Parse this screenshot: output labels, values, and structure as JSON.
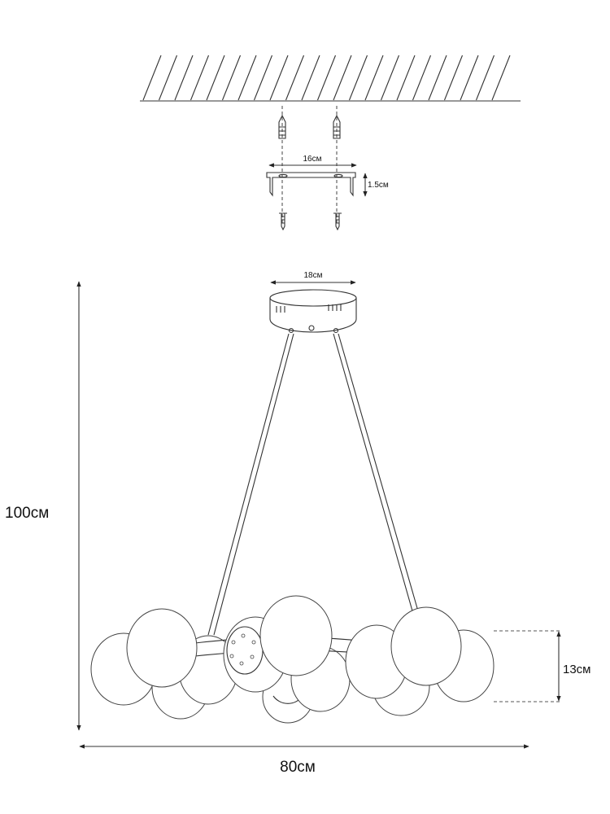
{
  "dimensions": {
    "bracket_width": "16см",
    "bracket_height": "1.5см",
    "canopy_diameter": "18см",
    "total_height": "100см",
    "total_width": "80см",
    "sphere_height": "13см"
  }
}
